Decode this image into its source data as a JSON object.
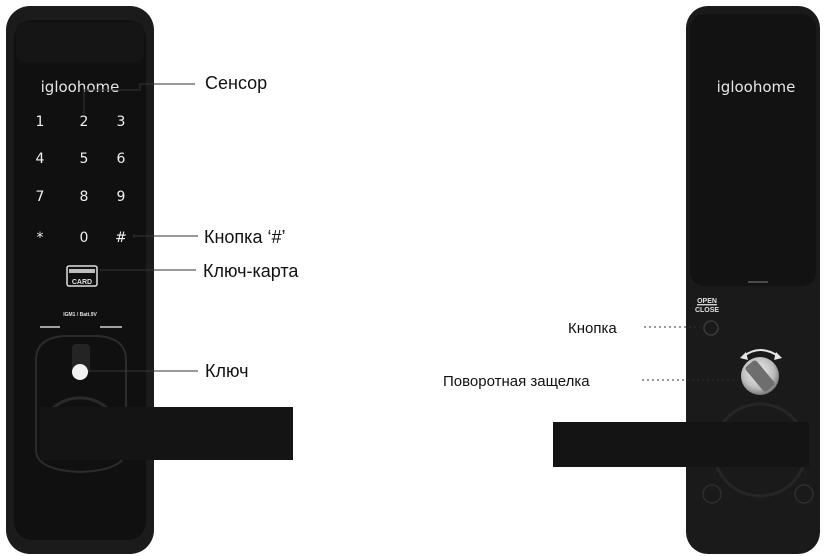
{
  "front_lock": {
    "brand": "igloohome",
    "keypad": [
      "1",
      "2",
      "3",
      "4",
      "5",
      "6",
      "7",
      "8",
      "9",
      "*",
      "0",
      "#"
    ],
    "card_label": "CARD",
    "model_text": "IGM1 / Batt.9V"
  },
  "back_lock": {
    "brand": "igloohome",
    "open_text": "OPEN",
    "close_text": "CLOSE"
  },
  "callouts": {
    "sensor": "Сенсор",
    "hash_button": "Кнопка ‘#’",
    "key_card": "Ключ-карта",
    "key": "Ключ",
    "button": "Кнопка",
    "thumb_latch": "Поворотная защелка"
  },
  "colors": {
    "body": "#1a1a1a",
    "panel": "#0e0e0e",
    "label_text": "#111111"
  }
}
